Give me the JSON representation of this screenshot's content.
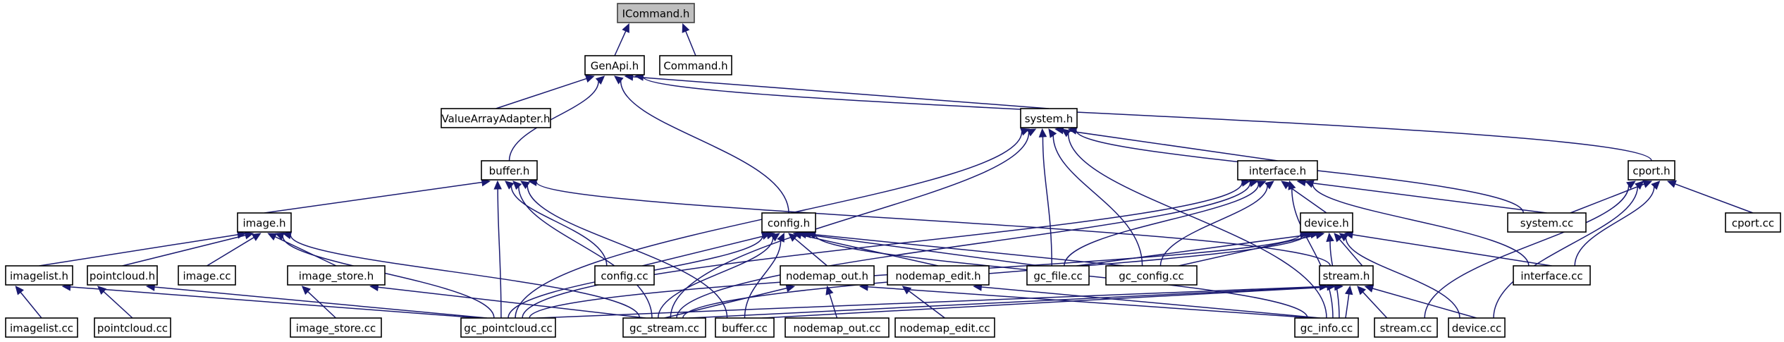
{
  "graph": {
    "title": "ICommand.h include dependency graph",
    "root": "ICommand.h",
    "colors": {
      "edge": "#191970",
      "root_fill": "#bfbfbf",
      "node_fill": "#ffffff",
      "node_border": "#000000"
    },
    "nodes": [
      {
        "id": "ICommand.h",
        "label": "ICommand.h"
      },
      {
        "id": "GenApi.h",
        "label": "GenApi.h"
      },
      {
        "id": "Command.h",
        "label": "Command.h"
      },
      {
        "id": "ValueArrayAdapter.h",
        "label": "ValueArrayAdapter.h"
      },
      {
        "id": "system.h",
        "label": "system.h"
      },
      {
        "id": "buffer.h",
        "label": "buffer.h"
      },
      {
        "id": "interface.h",
        "label": "interface.h"
      },
      {
        "id": "cport.h",
        "label": "cport.h"
      },
      {
        "id": "image.h",
        "label": "image.h"
      },
      {
        "id": "config.h",
        "label": "config.h"
      },
      {
        "id": "device.h",
        "label": "device.h"
      },
      {
        "id": "system.cc",
        "label": "system.cc"
      },
      {
        "id": "cport.cc",
        "label": "cport.cc"
      },
      {
        "id": "imagelist.h",
        "label": "imagelist.h"
      },
      {
        "id": "pointcloud.h",
        "label": "pointcloud.h"
      },
      {
        "id": "image.cc",
        "label": "image.cc"
      },
      {
        "id": "image_store.h",
        "label": "image_store.h"
      },
      {
        "id": "config.cc",
        "label": "config.cc"
      },
      {
        "id": "nodemap_out.h",
        "label": "nodemap_out.h"
      },
      {
        "id": "nodemap_edit.h",
        "label": "nodemap_edit.h"
      },
      {
        "id": "gc_file.cc",
        "label": "gc_file.cc"
      },
      {
        "id": "gc_config.cc",
        "label": "gc_config.cc"
      },
      {
        "id": "stream.h",
        "label": "stream.h"
      },
      {
        "id": "interface.cc",
        "label": "interface.cc"
      },
      {
        "id": "imagelist.cc",
        "label": "imagelist.cc"
      },
      {
        "id": "pointcloud.cc",
        "label": "pointcloud.cc"
      },
      {
        "id": "image_store.cc",
        "label": "image_store.cc"
      },
      {
        "id": "gc_pointcloud.cc",
        "label": "gc_pointcloud.cc"
      },
      {
        "id": "gc_stream.cc",
        "label": "gc_stream.cc"
      },
      {
        "id": "buffer.cc",
        "label": "buffer.cc"
      },
      {
        "id": "nodemap_out.cc",
        "label": "nodemap_out.cc"
      },
      {
        "id": "nodemap_edit.cc",
        "label": "nodemap_edit.cc"
      },
      {
        "id": "gc_info.cc",
        "label": "gc_info.cc"
      },
      {
        "id": "stream.cc",
        "label": "stream.cc"
      },
      {
        "id": "device.cc",
        "label": "device.cc"
      }
    ],
    "edges": [
      [
        "GenApi.h",
        "ICommand.h"
      ],
      [
        "Command.h",
        "ICommand.h"
      ],
      [
        "ValueArrayAdapter.h",
        "GenApi.h"
      ],
      [
        "buffer.h",
        "GenApi.h"
      ],
      [
        "config.h",
        "GenApi.h"
      ],
      [
        "system.h",
        "GenApi.h"
      ],
      [
        "cport.h",
        "GenApi.h"
      ],
      [
        "image.h",
        "buffer.h"
      ],
      [
        "gc_pointcloud.cc",
        "buffer.h"
      ],
      [
        "gc_stream.cc",
        "buffer.h"
      ],
      [
        "buffer.cc",
        "buffer.h"
      ],
      [
        "config.cc",
        "buffer.h"
      ],
      [
        "stream.h",
        "buffer.h"
      ],
      [
        "gc_pointcloud.cc",
        "system.h"
      ],
      [
        "gc_stream.cc",
        "system.h"
      ],
      [
        "gc_file.cc",
        "system.h"
      ],
      [
        "gc_config.cc",
        "system.h"
      ],
      [
        "interface.h",
        "system.h"
      ],
      [
        "system.cc",
        "system.h"
      ],
      [
        "gc_info.cc",
        "system.h"
      ],
      [
        "imagelist.h",
        "image.h"
      ],
      [
        "pointcloud.h",
        "image.h"
      ],
      [
        "image.cc",
        "image.h"
      ],
      [
        "image_store.h",
        "image.h"
      ],
      [
        "gc_pointcloud.cc",
        "image.h"
      ],
      [
        "gc_stream.cc",
        "image.h"
      ],
      [
        "imagelist.cc",
        "imagelist.h"
      ],
      [
        "gc_pointcloud.cc",
        "imagelist.h"
      ],
      [
        "pointcloud.cc",
        "pointcloud.h"
      ],
      [
        "gc_pointcloud.cc",
        "pointcloud.h"
      ],
      [
        "image_store.cc",
        "image_store.h"
      ],
      [
        "gc_stream.cc",
        "image_store.h"
      ],
      [
        "config.cc",
        "config.h"
      ],
      [
        "gc_pointcloud.cc",
        "config.h"
      ],
      [
        "gc_stream.cc",
        "config.h"
      ],
      [
        "buffer.cc",
        "config.h"
      ],
      [
        "nodemap_out.h",
        "config.h"
      ],
      [
        "nodemap_edit.h",
        "config.h"
      ],
      [
        "gc_file.cc",
        "config.h"
      ],
      [
        "gc_config.cc",
        "config.h"
      ],
      [
        "gc_info.cc",
        "config.h"
      ],
      [
        "gc_stream.cc",
        "nodemap_out.h"
      ],
      [
        "nodemap_out.cc",
        "nodemap_out.h"
      ],
      [
        "gc_info.cc",
        "nodemap_out.h"
      ],
      [
        "nodemap_edit.cc",
        "nodemap_edit.h"
      ],
      [
        "gc_info.cc",
        "nodemap_edit.h"
      ],
      [
        "gc_file.cc",
        "interface.h"
      ],
      [
        "gc_config.cc",
        "interface.h"
      ],
      [
        "gc_pointcloud.cc",
        "interface.h"
      ],
      [
        "gc_stream.cc",
        "interface.h"
      ],
      [
        "device.h",
        "interface.h"
      ],
      [
        "gc_info.cc",
        "interface.h"
      ],
      [
        "system.cc",
        "interface.h"
      ],
      [
        "interface.cc",
        "interface.h"
      ],
      [
        "gc_file.cc",
        "device.h"
      ],
      [
        "gc_config.cc",
        "device.h"
      ],
      [
        "gc_pointcloud.cc",
        "device.h"
      ],
      [
        "gc_stream.cc",
        "device.h"
      ],
      [
        "stream.h",
        "device.h"
      ],
      [
        "gc_info.cc",
        "device.h"
      ],
      [
        "device.cc",
        "device.h"
      ],
      [
        "interface.cc",
        "device.h"
      ],
      [
        "gc_pointcloud.cc",
        "stream.h"
      ],
      [
        "gc_stream.cc",
        "stream.h"
      ],
      [
        "buffer.cc",
        "stream.h"
      ],
      [
        "gc_info.cc",
        "stream.h"
      ],
      [
        "stream.cc",
        "stream.h"
      ],
      [
        "device.cc",
        "stream.h"
      ],
      [
        "system.cc",
        "cport.h"
      ],
      [
        "interface.cc",
        "cport.h"
      ],
      [
        "stream.cc",
        "cport.h"
      ],
      [
        "device.cc",
        "cport.h"
      ],
      [
        "cport.cc",
        "cport.h"
      ]
    ]
  }
}
